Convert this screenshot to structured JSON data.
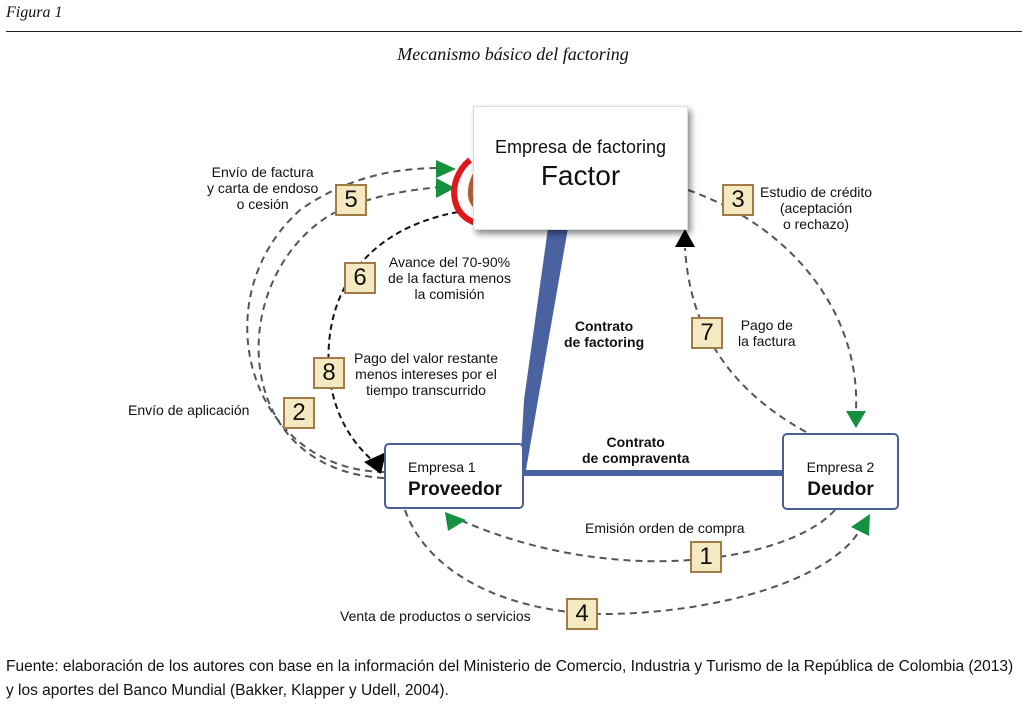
{
  "figure": {
    "label": "Figura 1",
    "title": "Mecanismo básico del factoring"
  },
  "nodes": {
    "factor": {
      "subtitle": "Empresa de factoring",
      "title": "Factor"
    },
    "provider": {
      "subtitle": "Empresa 1",
      "title": "Proveedor"
    },
    "debtor": {
      "subtitle": "Empresa 2",
      "title": "Deudor"
    }
  },
  "contracts": {
    "factoring": [
      "Contrato",
      "de factoring"
    ],
    "sale": [
      "Contrato",
      "de compraventa"
    ]
  },
  "steps": [
    {
      "number": "1",
      "label": [
        "Emisión orden de compra"
      ]
    },
    {
      "number": "2",
      "label": [
        "Envío de aplicación"
      ]
    },
    {
      "number": "3",
      "label": [
        "Estudio de crédito",
        "(aceptación",
        "o rechazo)"
      ]
    },
    {
      "number": "4",
      "label": [
        "Venta de productos o servicios"
      ]
    },
    {
      "number": "5",
      "label": [
        "Envío de factura",
        "y carta de endoso",
        "o cesión"
      ]
    },
    {
      "number": "6",
      "label": [
        "Avance del 70-90%",
        "de la factura menos",
        "la comisión"
      ]
    },
    {
      "number": "7",
      "label": [
        "Pago de",
        "la factura"
      ]
    },
    {
      "number": "8",
      "label": [
        "Pago del valor restante",
        "menos intereses por el",
        "tiempo transcurrido"
      ]
    }
  ],
  "colors": {
    "contract_line": "#4a62a0",
    "arrow_green": "#13913f",
    "arrow_black": "#000000",
    "loop_red": "#e0161d",
    "loop_brown": "#b45c3a",
    "step_fill": "#f4e9c0",
    "step_border": "#a07c46"
  },
  "source": "Fuente: elaboración de los autores con base en la información del Ministerio de Comercio, Industria y Turismo de la República de Colombia (2013) y los aportes del Banco Mundial (Bakker, Klapper y Udell, 2004)."
}
